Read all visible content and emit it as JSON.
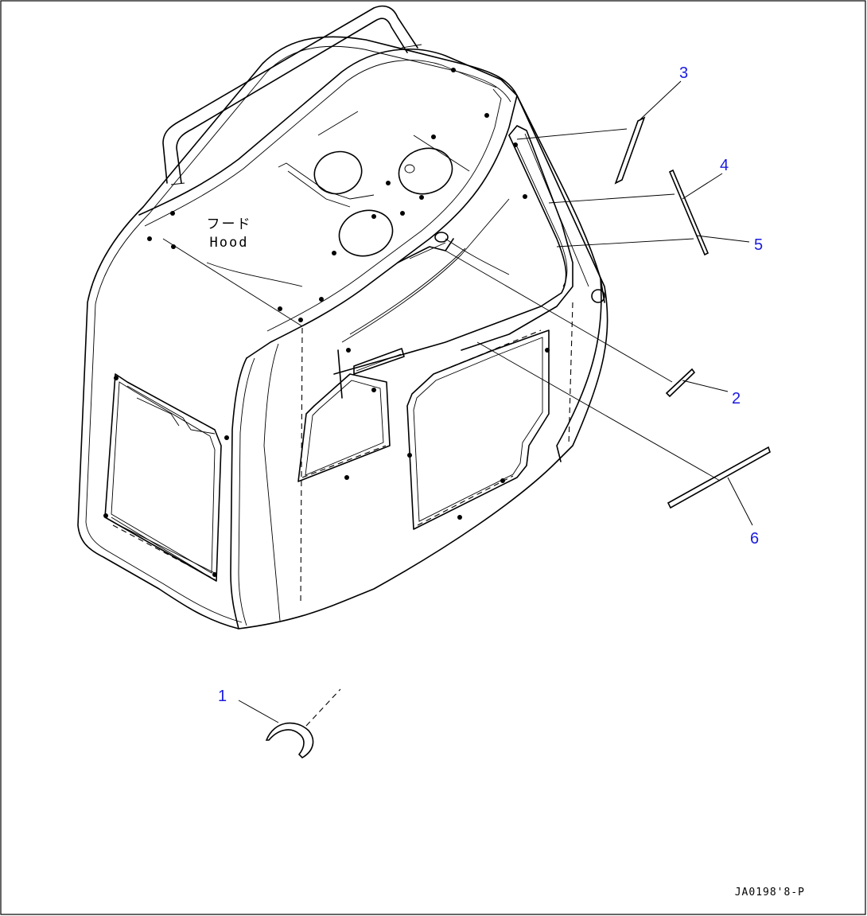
{
  "diagram": {
    "label_jp": "フード",
    "label_en": "Hood",
    "drawing_code": "JA0198'8-P",
    "callouts": [
      "1",
      "2",
      "3",
      "4",
      "5",
      "6"
    ],
    "colors": {
      "callout": "#1a1ae0",
      "line": "#000000",
      "background": "#ffffff"
    }
  }
}
